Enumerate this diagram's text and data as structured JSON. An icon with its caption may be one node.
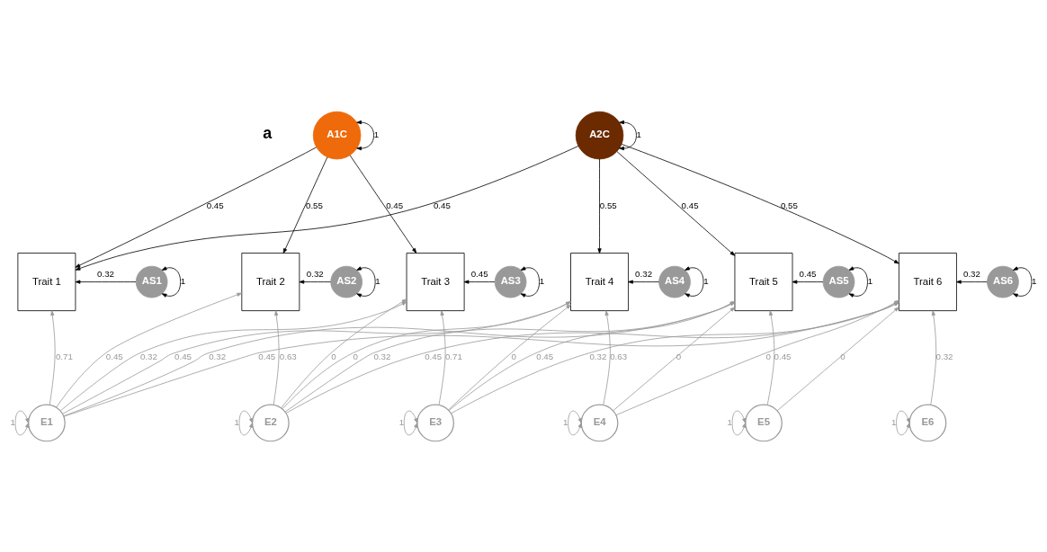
{
  "diagram": {
    "nodes": [
      {
        "text": [
          "A1C"
        ]
      },
      {
        "text": [
          "A2C"
        ]
      },
      {
        "text": [
          "Trait 1"
        ]
      },
      {
        "text": [
          "AS1"
        ]
      },
      {
        "text": [
          "Trait 2"
        ]
      },
      {
        "text": [
          "AS2"
        ]
      },
      {
        "text": [
          "Trait 3"
        ]
      },
      {
        "text": [
          "AS3"
        ]
      },
      {
        "text": [
          "Trait 4"
        ]
      },
      {
        "text": [
          "AS4"
        ]
      },
      {
        "text": [
          "Trait 5"
        ]
      },
      {
        "text": [
          "AS5"
        ]
      },
      {
        "text": [
          "Trait 6"
        ]
      },
      {
        "text": [
          "AS6"
        ]
      },
      {
        "text": [
          "E1"
        ]
      },
      {
        "text": [
          "E2"
        ]
      },
      {
        "text": [
          "E3"
        ]
      },
      {
        "text": [
          "E4"
        ]
      },
      {
        "text": [
          "E5"
        ]
      },
      {
        "text": [
          "E6"
        ]
      }
    ],
    "edges": [
      {
        "from": 0,
        "to": 0,
        "arrow": "both",
        "label": "1",
        "color": "#000000"
      },
      {
        "from": 1,
        "to": 1,
        "arrow": "both",
        "label": "1",
        "color": "#000000"
      },
      {
        "from": 0,
        "to": 2,
        "arrow": "to",
        "label": "0.45",
        "color": "#000000"
      },
      {
        "from": 0,
        "to": 4,
        "arrow": "to",
        "label": "0.55",
        "color": "#000000"
      },
      {
        "from": 0,
        "to": 6,
        "arrow": "to",
        "label": "0.45",
        "color": "#000000"
      },
      {
        "from": 1,
        "to": 2,
        "arrow": "to",
        "label": "0.45",
        "color": "#000000"
      },
      {
        "from": 1,
        "to": 8,
        "arrow": "to",
        "label": "0.55",
        "color": "#000000"
      },
      {
        "from": 1,
        "to": 10,
        "arrow": "to",
        "label": "0.45",
        "color": "#000000"
      },
      {
        "from": 1,
        "to": 12,
        "arrow": "to",
        "label": "0.55",
        "color": "#000000"
      },
      {
        "from": 3,
        "to": 3,
        "arrow": "both",
        "label": "1",
        "color": "#000000"
      },
      {
        "from": 3,
        "to": 2,
        "arrow": "to",
        "label": "0.32",
        "color": "#000000"
      },
      {
        "from": 5,
        "to": 5,
        "arrow": "both",
        "label": "1",
        "color": "#000000"
      },
      {
        "from": 5,
        "to": 4,
        "arrow": "to",
        "label": "0.32",
        "color": "#000000"
      },
      {
        "from": 7,
        "to": 7,
        "arrow": "both",
        "label": "1",
        "color": "#000000"
      },
      {
        "from": 7,
        "to": 6,
        "arrow": "to",
        "label": "0.45",
        "color": "#000000"
      },
      {
        "from": 9,
        "to": 9,
        "arrow": "both",
        "label": "1",
        "color": "#000000"
      },
      {
        "from": 9,
        "to": 8,
        "arrow": "to",
        "label": "0.32",
        "color": "#000000"
      },
      {
        "from": 11,
        "to": 11,
        "arrow": "both",
        "label": "1",
        "color": "#000000"
      },
      {
        "from": 11,
        "to": 10,
        "arrow": "to",
        "label": "0.45",
        "color": "#000000"
      },
      {
        "from": 13,
        "to": 13,
        "arrow": "both",
        "label": "1",
        "color": "#000000"
      },
      {
        "from": 13,
        "to": 12,
        "arrow": "to",
        "label": "0.32",
        "color": "#000000"
      },
      {
        "from": 14,
        "to": 2,
        "arrow": "to",
        "label": "0.71"
      },
      {
        "from": 14,
        "to": 4,
        "arrow": "to",
        "label": "0.45"
      },
      {
        "from": 14,
        "to": 6,
        "arrow": "to",
        "label": "0.32"
      },
      {
        "from": 14,
        "to": 8,
        "arrow": "to",
        "label": "0.45"
      },
      {
        "from": 14,
        "to": 10,
        "arrow": "to",
        "label": "0.32"
      },
      {
        "from": 14,
        "to": 12,
        "arrow": "to",
        "label": "0.45"
      },
      {
        "from": 15,
        "to": 4,
        "arrow": "to",
        "label": "0.63"
      },
      {
        "from": 15,
        "to": 6,
        "arrow": "to",
        "label": "0"
      },
      {
        "from": 15,
        "to": 8,
        "arrow": "to",
        "label": "0"
      },
      {
        "from": 15,
        "to": 10,
        "arrow": "to",
        "label": "0.32"
      },
      {
        "from": 15,
        "to": 12,
        "arrow": "to",
        "label": "0.45"
      },
      {
        "from": 16,
        "to": 6,
        "arrow": "to",
        "label": "0.71"
      },
      {
        "from": 16,
        "to": 8,
        "arrow": "to",
        "label": "0"
      },
      {
        "from": 16,
        "to": 10,
        "arrow": "to",
        "label": "0.45"
      },
      {
        "from": 16,
        "to": 12,
        "arrow": "to",
        "label": "0.32"
      },
      {
        "from": 17,
        "to": 8,
        "arrow": "to",
        "label": "0.63"
      },
      {
        "from": 17,
        "to": 10,
        "arrow": "to",
        "label": "0"
      },
      {
        "from": 17,
        "to": 12,
        "arrow": "to",
        "label": "0"
      },
      {
        "from": 18,
        "to": 10,
        "arrow": "to",
        "label": "0.45"
      },
      {
        "from": 18,
        "to": 12,
        "arrow": "to",
        "label": "0"
      },
      {
        "from": 19,
        "to": 12,
        "arrow": "to",
        "label": "0.32"
      },
      {
        "from": 14,
        "to": 14,
        "arrow": "both",
        "label": "1"
      },
      {
        "from": 15,
        "to": 15,
        "arrow": "both",
        "label": "1"
      },
      {
        "from": 16,
        "to": 16,
        "arrow": "both",
        "label": "1"
      },
      {
        "from": 17,
        "to": 17,
        "arrow": "both",
        "label": "1"
      },
      {
        "from": 18,
        "to": 18,
        "arrow": "both",
        "label": "1"
      },
      {
        "from": 19,
        "to": 19,
        "arrow": "both",
        "label": "1"
      }
    ],
    "labels": [
      "a"
    ]
  }
}
